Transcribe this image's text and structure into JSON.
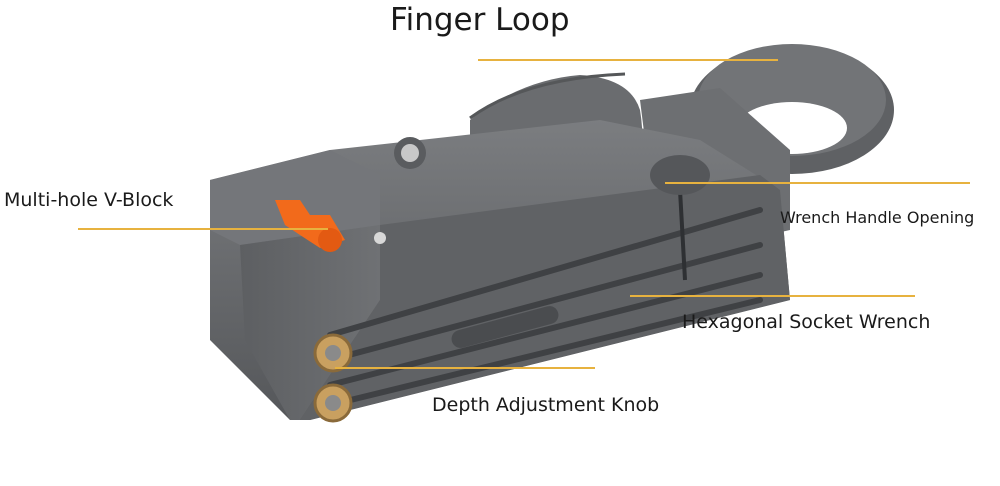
{
  "labels": {
    "finger_loop": "Finger Loop",
    "v_block": "Multi-hole V-Block",
    "wrench_handle_opening": "Wrench Handle Opening",
    "hex_socket_wrench": "Hexagonal Socket Wrench",
    "depth_knob": "Depth Adjustment Knob"
  },
  "colors": {
    "leader_line": "#e7b23f",
    "tool_body": "#6b6d70",
    "tool_dark": "#4a4c4f",
    "accent_orange": "#f26a1b",
    "knob_brass": "#c9a060"
  }
}
